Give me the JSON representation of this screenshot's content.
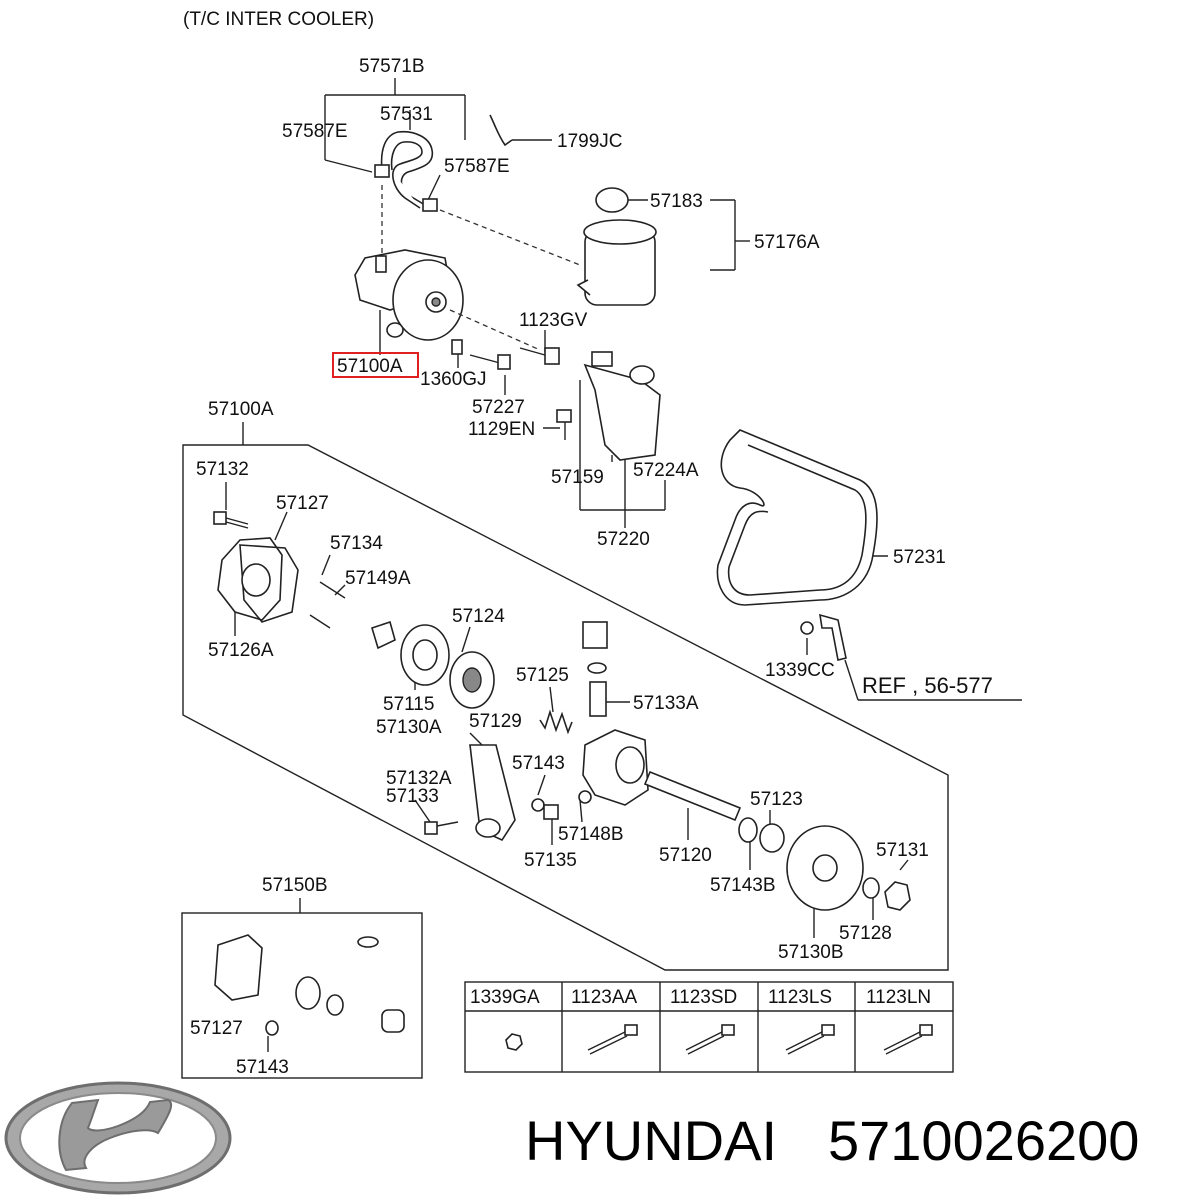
{
  "header": {
    "title": "(T/C INTER COOLER)"
  },
  "labels": {
    "l57571B": "57571B",
    "l57531": "57531",
    "l57587E_a": "57587E",
    "l1799JC": "1799JC",
    "l57587E_b": "57587E",
    "l57183": "57183",
    "l57176A": "57176A",
    "l1123GV": "1123GV",
    "l57100A_hl": "57100A",
    "l1360GJ": "1360GJ",
    "l57227": "57227",
    "l1129EN": "1129EN",
    "l57159": "57159",
    "l57224A": "57224A",
    "l57220": "57220",
    "l57231": "57231",
    "l57100A": "57100A",
    "l57132": "57132",
    "l57127_a": "57127",
    "l57134": "57134",
    "l57149A": "57149A",
    "l57126A": "57126A",
    "l57124": "57124",
    "l57115": "57115",
    "l57130A": "57130A",
    "l57125": "57125",
    "l57133A": "57133A",
    "l57129": "57129",
    "l57143_a": "57143",
    "l57132A": "57132A",
    "l57133": "57133",
    "l57148B": "57148B",
    "l57135": "57135",
    "l57120": "57120",
    "l57123": "57123",
    "l57143B": "57143B",
    "l57131": "57131",
    "l57128": "57128",
    "l57130B": "57130B",
    "l1339CC": "1339CC",
    "lREF": "REF , 56-577",
    "l57150B": "57150B",
    "l57127_b": "57127",
    "l57143_b": "57143"
  },
  "fastener_table": {
    "headers": [
      "1339GA",
      "1123AA",
      "1123SD",
      "1123LS",
      "1123LN"
    ]
  },
  "footer": {
    "brand": "HYUNDAI",
    "part_number": "5710026200"
  },
  "colors": {
    "highlight": "#e02020",
    "line": "#222222",
    "logo": "#9a9a9a"
  },
  "icons": {
    "logo": "hyundai-logo-icon"
  }
}
